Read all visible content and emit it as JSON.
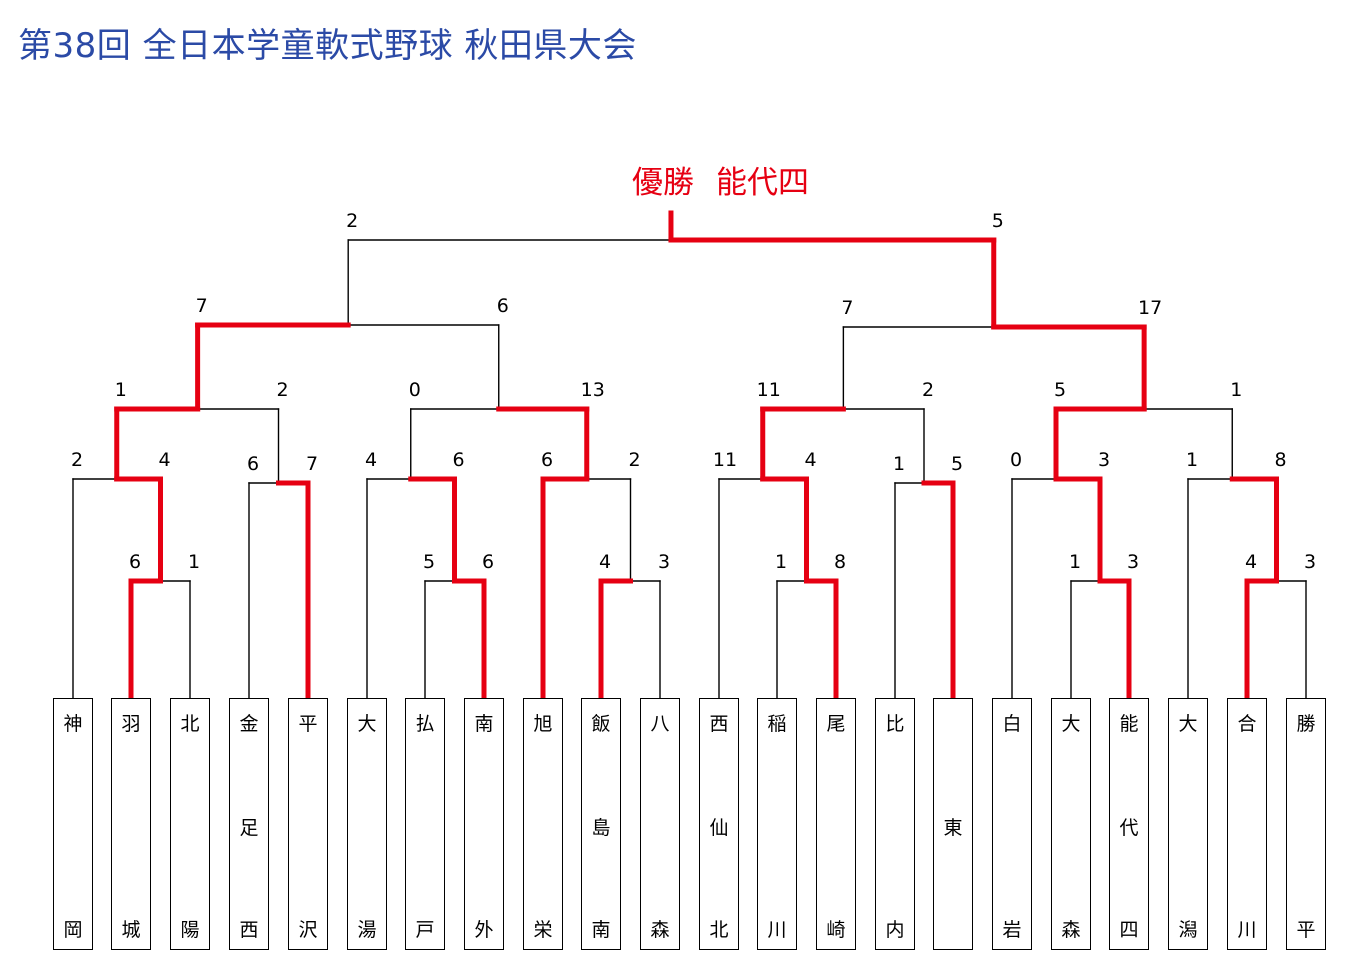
{
  "title": "第38回 全日本学童軟式野球 秋田県大会",
  "champion": {
    "label": "優勝",
    "team": "能代四"
  },
  "colors": {
    "title": "#2b4aa6",
    "winner": "#e60012",
    "line": "#000000"
  },
  "teams": [
    {
      "chars": [
        "神",
        "",
        "岡"
      ]
    },
    {
      "chars": [
        "羽",
        "",
        "城"
      ]
    },
    {
      "chars": [
        "北",
        "",
        "陽"
      ]
    },
    {
      "chars": [
        "金",
        "足",
        "西"
      ]
    },
    {
      "chars": [
        "平",
        "",
        "沢"
      ]
    },
    {
      "chars": [
        "大",
        "",
        "湯"
      ]
    },
    {
      "chars": [
        "払",
        "",
        "戸"
      ]
    },
    {
      "chars": [
        "南",
        "",
        "外"
      ]
    },
    {
      "chars": [
        "旭",
        "",
        "栄"
      ]
    },
    {
      "chars": [
        "飯",
        "島",
        "南"
      ]
    },
    {
      "chars": [
        "八",
        "",
        "森"
      ]
    },
    {
      "chars": [
        "西",
        "仙",
        "北"
      ]
    },
    {
      "chars": [
        "稲",
        "",
        "川"
      ]
    },
    {
      "chars": [
        "尾",
        "",
        "崎"
      ]
    },
    {
      "chars": [
        "比",
        "",
        "内"
      ]
    },
    {
      "chars": [
        "",
        "東",
        ""
      ]
    },
    {
      "chars": [
        "白",
        "",
        "岩"
      ]
    },
    {
      "chars": [
        "大",
        "",
        "森"
      ]
    },
    {
      "chars": [
        "能",
        "代",
        "四"
      ]
    },
    {
      "chars": [
        "大",
        "",
        "潟"
      ]
    },
    {
      "chars": [
        "合",
        "",
        "川"
      ]
    },
    {
      "chars": [
        "勝",
        "",
        "平"
      ]
    }
  ],
  "matches": {
    "p1": {
      "a": 1,
      "b": 2,
      "sa": "6",
      "sb": "1",
      "w": "a"
    },
    "p2": {
      "a": 6,
      "b": 7,
      "sa": "5",
      "sb": "6",
      "w": "b"
    },
    "p3": {
      "a": 9,
      "b": 10,
      "sa": "4",
      "sb": "3",
      "w": "a"
    },
    "p4": {
      "a": 12,
      "b": 13,
      "sa": "1",
      "sb": "8",
      "w": "b"
    },
    "p5": {
      "a": 17,
      "b": 18,
      "sa": "1",
      "sb": "3",
      "w": "b"
    },
    "p6": {
      "a": 20,
      "b": 21,
      "sa": "4",
      "sb": "3",
      "w": "a"
    },
    "r1a": {
      "a": 0,
      "b": "p1",
      "sa": "2",
      "sb": "4",
      "w": "b"
    },
    "r1b": {
      "a": 3,
      "b": 4,
      "sa": "6",
      "sb": "7",
      "w": "b"
    },
    "r1c": {
      "a": 5,
      "b": "p2",
      "sa": "4",
      "sb": "6",
      "w": "b"
    },
    "r1d": {
      "a": 8,
      "b": "p3",
      "sa": "6",
      "sb": "2",
      "w": "a"
    },
    "r1e": {
      "a": 11,
      "b": "p4",
      "sa": "11",
      "sb": "4",
      "w": "b"
    },
    "r1f": {
      "a": 14,
      "b": 15,
      "sa": "1",
      "sb": "5",
      "w": "b"
    },
    "r1g": {
      "a": 16,
      "b": "p5",
      "sa": "0",
      "sb": "3",
      "w": "b"
    },
    "r1h": {
      "a": 19,
      "b": "p6",
      "sa": "1",
      "sb": "8",
      "w": "b"
    },
    "r2a": {
      "a": "r1a",
      "b": "r1b",
      "sa": "1",
      "sb": "2",
      "w": "a"
    },
    "r2b": {
      "a": "r1c",
      "b": "r1d",
      "sa": "0",
      "sb": "13",
      "w": "b"
    },
    "r2c": {
      "a": "r1e",
      "b": "r1f",
      "sa": "11",
      "sb": "2",
      "w": "a"
    },
    "r2d": {
      "a": "r1g",
      "b": "r1h",
      "sa": "5",
      "sb": "1",
      "w": "a"
    },
    "qa": {
      "a": "r2a",
      "b": "r2b",
      "sa": "7",
      "sb": "6",
      "w": "a"
    },
    "qb": {
      "a": "r2c",
      "b": "r2d",
      "sa": "7",
      "sb": "17",
      "w": "b"
    },
    "final": {
      "a": "qa",
      "b": "qb",
      "sa": "2",
      "sb": "5",
      "w": "b"
    }
  }
}
